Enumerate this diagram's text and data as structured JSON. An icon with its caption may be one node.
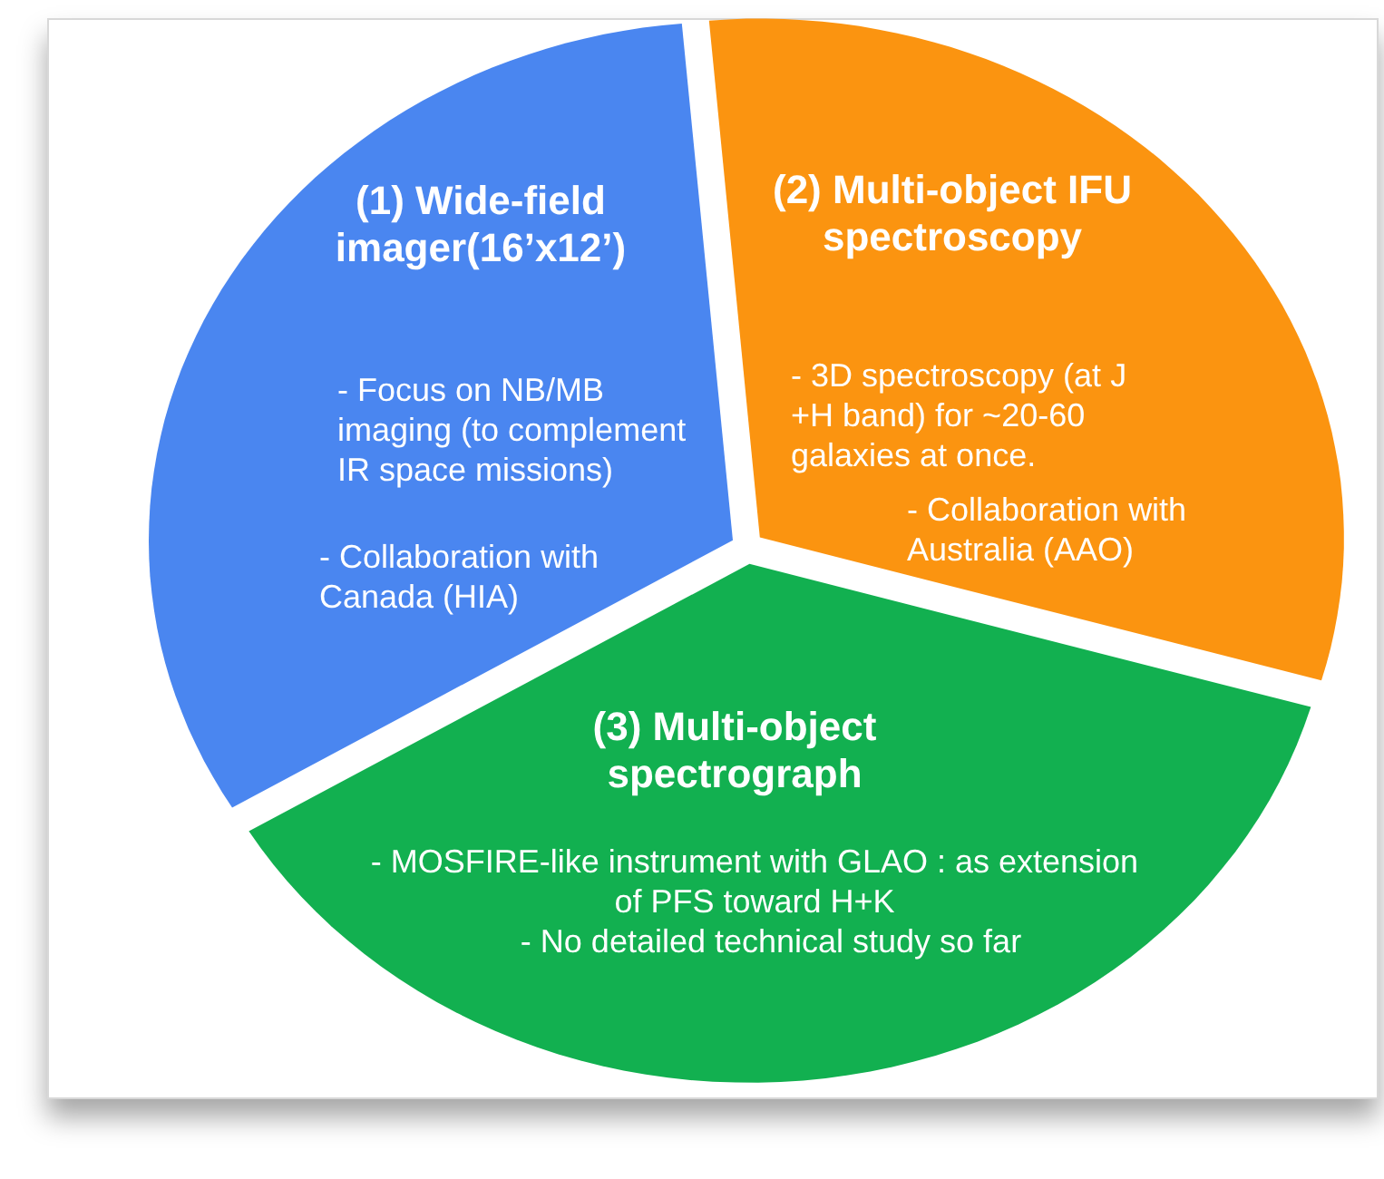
{
  "diagram": {
    "nodes": [
      {
        "text": [
          "(1) Wide-field imager(16’x12’)",
          "- Focus on NB/MB imaging (to complement IR space missions)",
          "- Collaboration with Canada (HIA)"
        ]
      },
      {
        "text": [
          "(2) Multi-object IFU spectroscopy",
          "- 3D spectroscopy (at J +H band) for ~20-60 galaxies at once.",
          "- Collaboration with Australia (AAO)"
        ]
      },
      {
        "text": [
          "(3) Multi-object spectrograph",
          "- MOSFIRE-like instrument with GLAO : as extension of PFS toward H+K",
          "- No detailed technical study so far"
        ]
      }
    ]
  }
}
